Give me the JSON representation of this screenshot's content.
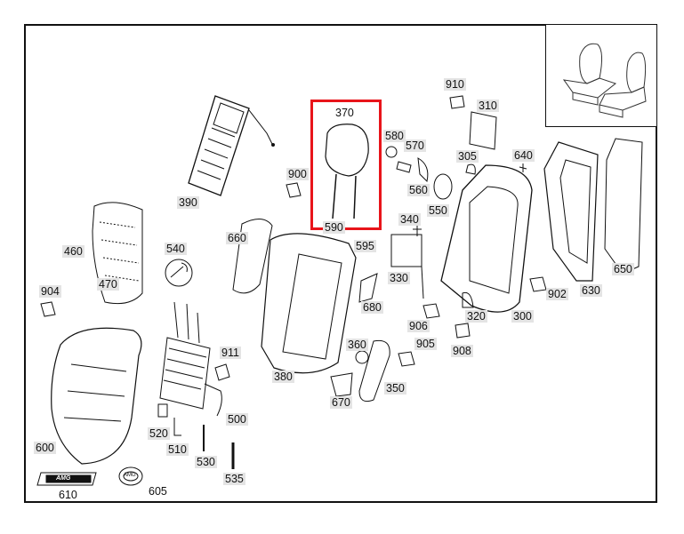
{
  "diagram": {
    "highlighted_part": "370",
    "highlight_color": "#e8141a",
    "labels": {
      "p370": "370",
      "p580": "580",
      "p570": "570",
      "p910": "910",
      "p310": "310",
      "p305": "305",
      "p640": "640",
      "p900": "900",
      "p390": "390",
      "p560": "560",
      "p550": "550",
      "p340": "340",
      "p660": "660",
      "p590": "590",
      "p595": "595",
      "p460": "460",
      "p540": "540",
      "p470": "470",
      "p904": "904",
      "p330": "330",
      "p650": "650",
      "p680": "680",
      "p902": "902",
      "p630": "630",
      "p906": "906",
      "p320": "320",
      "p300": "300",
      "p911": "911",
      "p360": "360",
      "p905": "905",
      "p908": "908",
      "p380": "380",
      "p350": "350",
      "p670": "670",
      "p500": "500",
      "p520": "520",
      "p600": "600",
      "p510": "510",
      "p530": "530",
      "p535": "535",
      "p610": "610",
      "p605": "605"
    },
    "badge_amg": "AMG",
    "badge_round": "AMG"
  }
}
